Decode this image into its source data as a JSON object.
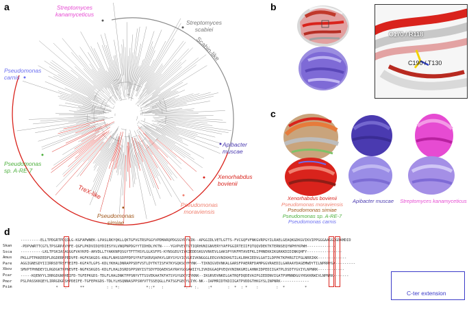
{
  "panels": {
    "a": {
      "letter": "a",
      "species": [
        {
          "name": "Streptomyces\nkanamyceticus",
          "color": "#e64bd2"
        },
        {
          "name": "Streptomyces\nscabiei",
          "color": "#777777"
        },
        {
          "name": "Pseudomonas\ncarnis",
          "color": "#6a6ef0"
        },
        {
          "name": "Apibacter\nmuscae",
          "color": "#4a3ab0"
        },
        {
          "name": "Pseudomonas\nsp. A-RE-7",
          "color": "#4caf3c"
        },
        {
          "name": "Xenorhabdus\nbovienii",
          "color": "#d9231c"
        },
        {
          "name": "Pseudomonas\nmoraviensis",
          "color": "#f08070"
        },
        {
          "name": "Pseudomonas\nsimiae",
          "color": "#a0561a"
        }
      ],
      "clades": [
        {
          "name": "Scabin-like",
          "color": "#777777"
        },
        {
          "name": "TreX-like",
          "color": "#d9231c"
        }
      ]
    },
    "b": {
      "letter": "b",
      "labels": [
        "C170 / R118",
        "C190 / T130"
      ]
    },
    "c": {
      "letter": "c",
      "labels": [
        {
          "text": "Xenorhabdus bovienii",
          "color": "#d9231c"
        },
        {
          "text": "Pseudomonas moraviensis",
          "color": "#f08070"
        },
        {
          "text": "Pseudomonas simiae",
          "color": "#a0561a"
        },
        {
          "text": "Pseudomonas sp. A-RE-7",
          "color": "#4caf3c"
        },
        {
          "text": "Pseudomonas carnis",
          "color": "#6a6ef0"
        },
        {
          "text": "Apibacter muscae",
          "color": "#4a3ab0"
        },
        {
          "text": "Streptomyces kanamyceticus",
          "color": "#e64bd2"
        }
      ]
    },
    "d": {
      "letter": "d",
      "rows": [
        {
          "name": "Skan",
          "seq": "---------ELLTPDGRTPDQILG-KGFAPWNEK-LPASLRKYQKLLQKTGFVGTRSPGGYVPDMARQPDGSGYRYVIN--APGGIDLVETLGTTS-FVCGQFVFNKGVRPGYILRAELGEAQKGDKGVIKVIPPGGGAAGGQGDAMDID"
        },
        {
          "name": "Ssca",
          "seq": "-PDPVWRTTCGTLTPSGRPAVYFE-QGFLPKDVIDQYDIESYVLVNQPNPDGYYTIDHDLYKTN----YGVPVEYTGTIQRHVNIGNVERYYAFPGGIRTEIIFQTQQVDEKTKTERNSEQYNPHYKPWH-------------"
        },
        {
          "name": "Amus",
          "seq": "----------LKLTPSKIASAGGGFVAYKPD-AHVDLLTYAKKNPQSGYTFTTHSYLGLKSFPS-KYNSGEGYIYKIEDDSKGVVNVEVLGAKSPYVKFMTAVEFKLIPHNEKKIKGRKKDIDINKQHFY----------------"
        },
        {
          "name": "Pare",
          "seq": "PKLLPTPKKEEDFLRGDERNPEDVFE-HGFKSKGDS-KNLFLNHSSDPPDPSYFATSKRVQAPAYLGRYSYGYIQVLEIVKNGGGLEEGVVNIKHGTILKLRHKIEDVLGATILDPPKTKPHRGTIFGLNRRIKK-------------"
        },
        {
          "name": "Xbov",
          "seq": "AGGIGNEGDYIIIRRSDTRSFTEIFD-KGFATLGPS-KDLYKHALDNRAPPSDFVSTLDYTKTISFATKYGQKSGYMYNK--TIKNIGVDVNKALGARSFPAERRFDAMPGGVRAEDILGARAAYDAGEMWDYTILNPRRYGK---------"
        },
        {
          "name": "Pcar",
          "seq": "SMVPTPHNDEYILRGDGKTPPNEVFE-NGFKSKGDS-KDLFLHALDSRDSPPSNYISTSDYFDQAEKSAYRAYGGGAWIIYLIVKDGGAQPVEQVVNINKGMILAHNKIDPEDIIGATPLDSDTYGVIYLNPNRK------------"
        },
        {
          "name": "Pmor",
          "seq": "-----KQENYYLIRRGDGNPHEIFD-TGFEPKGDS-TDLFLHALDNKTPPSNYVTTSSVEKAATKFATSYGYGDGYIYKNK--IKGRVDVNKELGATRQFDQDEVAIPGIEDDNVIGATPVMNNDGGYHSKKRWIVLNPNRK-------"
        },
        {
          "name": "Psim",
          "seq": "PSLPASSKKQEYLIRRGDGRSHPDEIFE-TGFEPKGDS-TDLYLHSQNNASPPSNYVTTSSEQGLLFATSGFGEGYLIYK-NK--IAPMRIDTKDIIGATPVDDGTHKGYSLINPNRK-------------"
        }
      ],
      "conservation": "                *   :      **          : : *:            *::*   :         *: * :.    :*       :  *  : *    :        :  *         *",
      "box_label": "C-ter extension"
    }
  }
}
